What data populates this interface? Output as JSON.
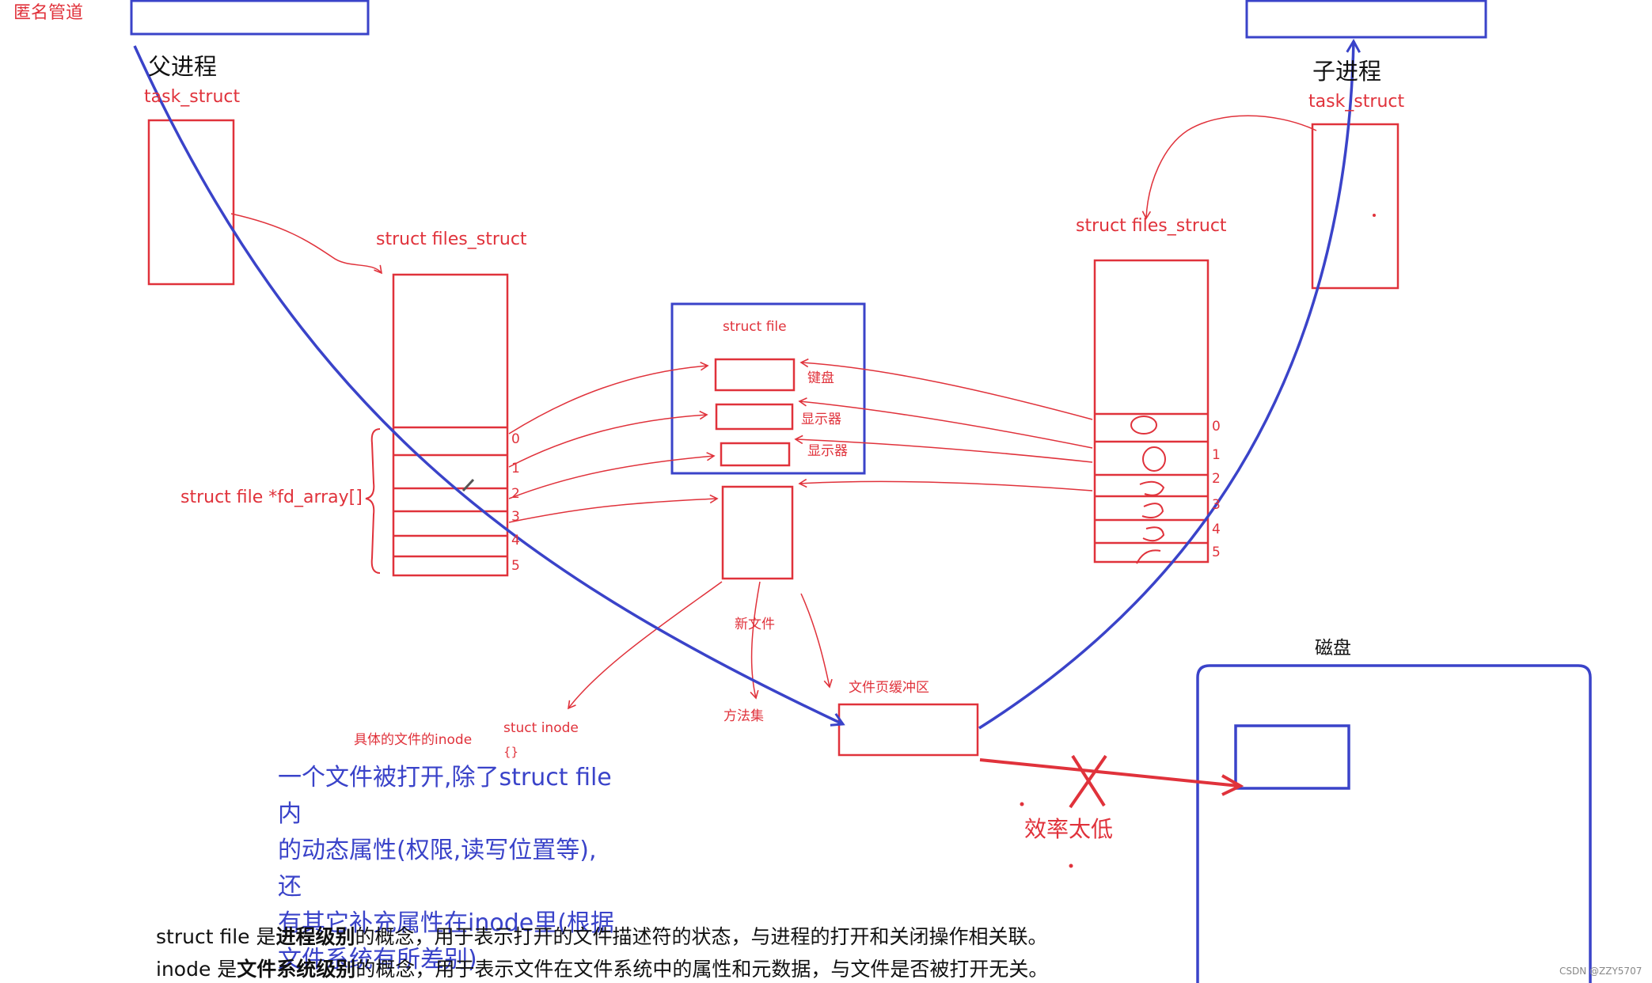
{
  "labels": {
    "anon_pipe": "匿名管道",
    "parent": "父进程",
    "child": "子进程",
    "task_struct": "task_struct",
    "files_struct": "struct files_struct",
    "fd_array": "struct file *fd_array[]",
    "struct_file": "struct file",
    "keyboard": "键盘",
    "monitor": "显示器",
    "new_file": "新文件",
    "ops_set": "方法集",
    "page_buffer": "文件页缓冲区",
    "inode_label": "具体的文件的inode",
    "stuct_inode": "stuct inode",
    "braces": "{}",
    "disk": "磁盘",
    "low_eff": "效率太低",
    "watermark": "CSDN @ZZY5707"
  },
  "fd_indices": [
    "0",
    "1",
    "2",
    "3",
    "4",
    "5"
  ],
  "note": {
    "line1": "一个文件被打开,除了struct file内",
    "line2": "的动态属性(权限,读写位置等), 还",
    "line3": "有其它补充属性在inode里(根据",
    "line4": "文件系统有所差别)"
  },
  "footer": {
    "l1_pre": "struct file 是",
    "l1_bold": "进程级别",
    "l1_post": "的概念，用于表示打开的文件描述符的状态，与进程的打开和关闭操作相关联。",
    "l2_pre": "inode 是",
    "l2_bold": "文件系统级别",
    "l2_post": "的概念，用于表示文件在文件系统中的属性和元数据，与文件是否被打开无关。"
  },
  "colors": {
    "red": "#e0323b",
    "blue": "#3a43c9",
    "text": "#111111"
  }
}
